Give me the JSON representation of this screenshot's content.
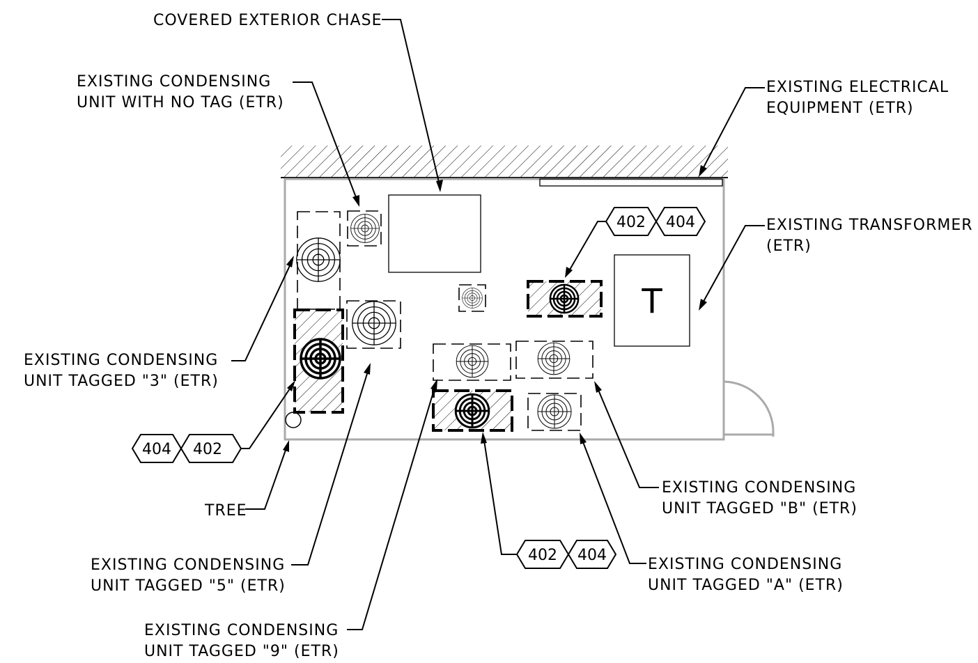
{
  "labels": {
    "chase": "COVERED EXTERIOR CHASE",
    "no_tag_1": "EXISTING CONDENSING",
    "no_tag_2": "UNIT WITH NO TAG (ETR)",
    "electrical_1": "EXISTING ELECTRICAL",
    "electrical_2": "EQUIPMENT (ETR)",
    "transformer_1": "EXISTING TRANSFORMER",
    "transformer_2": "(ETR)",
    "unit3_1": "EXISTING CONDENSING",
    "unit3_2": "UNIT TAGGED \"3\" (ETR)",
    "tree": "TREE",
    "unit5_1": "EXISTING CONDENSING",
    "unit5_2": "UNIT TAGGED \"5\" (ETR)",
    "unit9_1": "EXISTING CONDENSING",
    "unit9_2": "UNIT TAGGED \"9\" (ETR)",
    "unitB_1": "EXISTING CONDENSING",
    "unitB_2": "UNIT TAGGED \"B\" (ETR)",
    "unitA_1": "EXISTING CONDENSING",
    "unitA_2": "UNIT TAGGED \"A\" (ETR)"
  },
  "transformer_symbol": "T",
  "tags": {
    "upper_right": [
      "402",
      "404"
    ],
    "left": [
      "404",
      "402"
    ],
    "bottom": [
      "402",
      "404"
    ]
  }
}
